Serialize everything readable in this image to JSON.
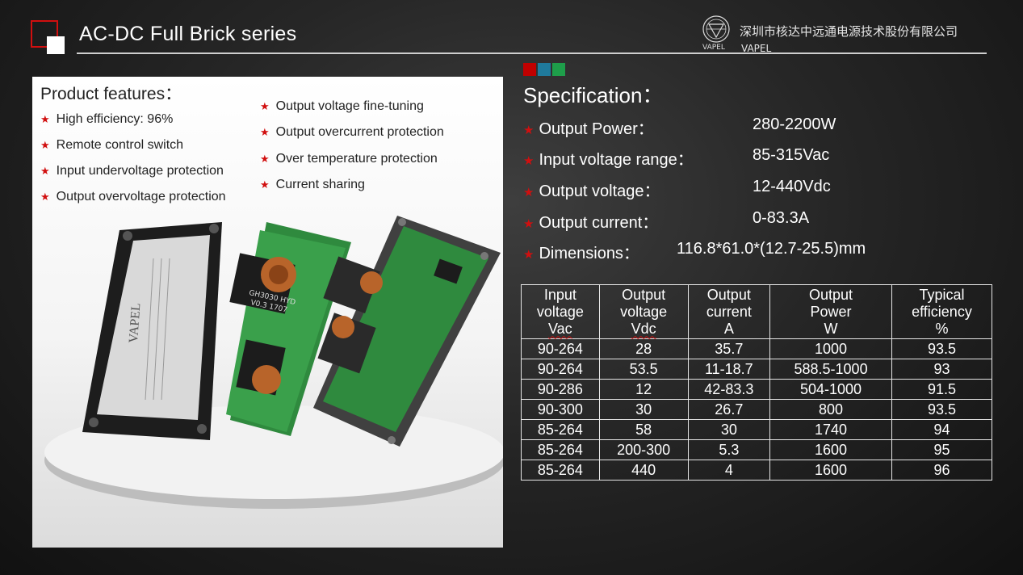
{
  "header": {
    "title": "AC-DC Full Brick series",
    "company_name": "深圳市核达中远通电源技术股份有限公司",
    "brand_small": "VAPEL",
    "brand": "VAPEL"
  },
  "features": {
    "title": "Product features：",
    "left": [
      "High efficiency: 96%",
      "Remote control switch",
      "Input undervoltage protection",
      "Output overvoltage protection"
    ],
    "right": [
      "Output voltage fine-tuning",
      "Output overcurrent protection",
      "Over temperature protection",
      "Current sharing"
    ]
  },
  "image_text": {
    "brand_on_module": "VAPEL",
    "chip_label_1": "GH3030 HYD",
    "chip_label_2": "V0.3 1707"
  },
  "colors": {
    "accent_red": "#d10f0f",
    "swatch_red": "#c00000",
    "swatch_teal": "#1f7a9c",
    "swatch_green": "#1e9e4a"
  },
  "specification": {
    "title": "Specification：",
    "items": [
      {
        "label": "Output Power：",
        "value": "280-2200W"
      },
      {
        "label": "Input voltage range：",
        "value": "85-315Vac"
      },
      {
        "label": "Output voltage：",
        "value": "12-440Vdc"
      },
      {
        "label": "Output current：",
        "value": "0-83.3A"
      },
      {
        "label": "Dimensions：",
        "value": "116.8*61.0*(12.7-25.5)mm"
      }
    ]
  },
  "table": {
    "headers": [
      [
        "Input",
        "voltage",
        "Vac"
      ],
      [
        "Output",
        "voltage",
        "Vdc"
      ],
      [
        "Output",
        "current",
        "A"
      ],
      [
        "Output",
        "Power",
        "W"
      ],
      [
        "Typical",
        "efficiency",
        "%"
      ]
    ],
    "rows": [
      [
        "90-264",
        "28",
        "35.7",
        "1000",
        "93.5"
      ],
      [
        "90-264",
        "53.5",
        "11-18.7",
        "588.5-1000",
        "93"
      ],
      [
        "90-286",
        "12",
        "42-83.3",
        "504-1000",
        "91.5"
      ],
      [
        "90-300",
        "30",
        "26.7",
        "800",
        "93.5"
      ],
      [
        "85-264",
        "58",
        "30",
        "1740",
        "94"
      ],
      [
        "85-264",
        "200-300",
        "5.3",
        "1600",
        "95"
      ],
      [
        "85-264",
        "440",
        "4",
        "1600",
        "96"
      ]
    ]
  }
}
